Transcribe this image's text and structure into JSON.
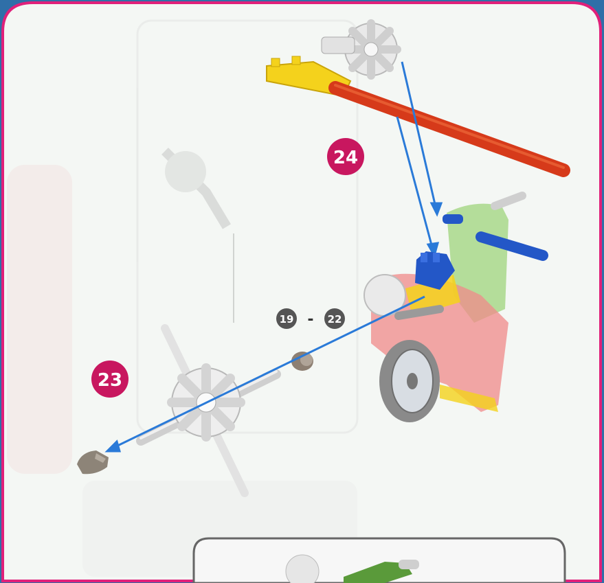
{
  "steps": {
    "step_24": "24",
    "step_23": "23",
    "range_start": "19",
    "range_sep": "-",
    "range_end": "22"
  },
  "colors": {
    "page_bg": "#2f6fa8",
    "panel_border": "#e0207a",
    "panel_fill": "#f4f7f4",
    "step_badge": "#c8175f",
    "arrow": "#2a7ad8",
    "rod_red": "#d63a1a",
    "connector_yellow": "#f4d21c",
    "rod_blue": "#2357c7",
    "part_green": "#a8d88a",
    "part_pink": "#f08a8a",
    "part_grey": "#bdbdbd"
  },
  "icons": [
    "gear-icon",
    "rod-icon",
    "connector-icon",
    "wheel-icon",
    "spacer-icon"
  ]
}
